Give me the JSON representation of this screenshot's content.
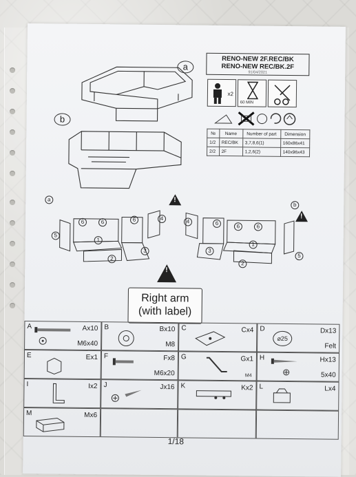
{
  "spec": {
    "line1": "RENO-NEW 2F.REC/BK",
    "line2": "RENO-NEW REC/BK.2F",
    "date": "91/04/2021"
  },
  "labels": {
    "a": "a",
    "b": "b"
  },
  "icons": {
    "people": "x2",
    "time": "60 MIN"
  },
  "table": {
    "headers": [
      "№",
      "Name",
      "Number of part",
      "Dimension"
    ],
    "rows": [
      [
        "1/2",
        "REC/BK",
        "3,7,8,6(1)",
        "160x86x41"
      ],
      [
        "2/2",
        "2F",
        "1,2,6(2)",
        "140x96x43"
      ]
    ]
  },
  "callout": {
    "line1": "Right arm",
    "line2": "(with label)"
  },
  "numbers": {
    "n1": "1",
    "n2": "2",
    "n3": "3",
    "n4": "4",
    "n5": "5",
    "n6": "6"
  },
  "parts": [
    {
      "letter": "A",
      "count": "Ax10",
      "sub": "M6x40"
    },
    {
      "letter": "B",
      "count": "Bx10",
      "sub": "M8"
    },
    {
      "letter": "C",
      "count": "Cx4",
      "sub": ""
    },
    {
      "letter": "D",
      "count": "Dx13",
      "sub": "Felt",
      "inner": "⌀25"
    },
    {
      "letter": "E",
      "count": "Ex1",
      "sub": ""
    },
    {
      "letter": "F",
      "count": "Fx8",
      "sub": "M6x20"
    },
    {
      "letter": "G",
      "count": "Gx1",
      "sub": "",
      "inner": "M4"
    },
    {
      "letter": "H",
      "count": "Hx13",
      "sub": "5x40"
    },
    {
      "letter": "I",
      "count": "Ix2",
      "sub": ""
    },
    {
      "letter": "J",
      "count": "Jx16",
      "sub": ""
    },
    {
      "letter": "K",
      "count": "Kx2",
      "sub": ""
    },
    {
      "letter": "L",
      "count": "Lx4",
      "sub": ""
    },
    {
      "letter": "M",
      "count": "Mx6",
      "sub": ""
    }
  ],
  "page": "1/18"
}
